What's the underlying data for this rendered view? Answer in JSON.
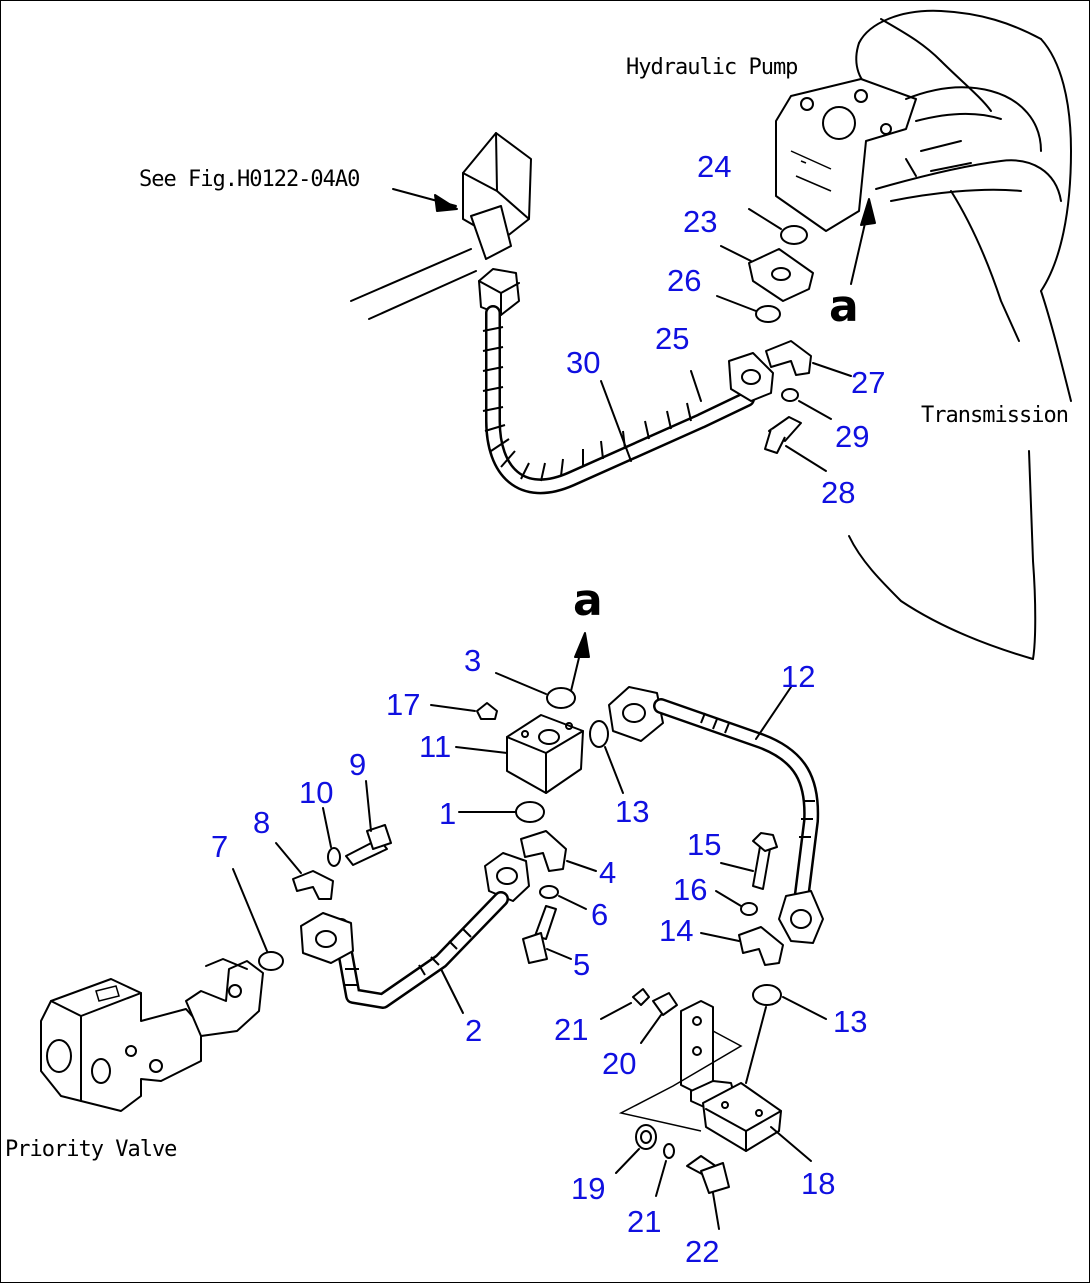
{
  "labels": {
    "hydraulic_pump": "Hydraulic Pump",
    "see_fig": "See Fig.H0122-04A0",
    "transmission": "Transmission",
    "priority_valve": "Priority Valve",
    "ref_a_top": "a",
    "ref_a_bottom": "a"
  },
  "callouts": {
    "c1": "1",
    "c2": "2",
    "c3": "3",
    "c4": "4",
    "c5": "5",
    "c6": "6",
    "c7": "7",
    "c8": "8",
    "c9": "9",
    "c10": "10",
    "c11": "11",
    "c12": "12",
    "c13a": "13",
    "c13b": "13",
    "c14": "14",
    "c15": "15",
    "c16": "16",
    "c17": "17",
    "c18": "18",
    "c19": "19",
    "c20": "20",
    "c21a": "21",
    "c21b": "21",
    "c22": "22",
    "c23": "23",
    "c24": "24",
    "c25": "25",
    "c26": "26",
    "c27": "27",
    "c28": "28",
    "c29": "29",
    "c30": "30"
  },
  "colors": {
    "callout": "#1010e0",
    "line": "#000000",
    "background": "#ffffff"
  }
}
